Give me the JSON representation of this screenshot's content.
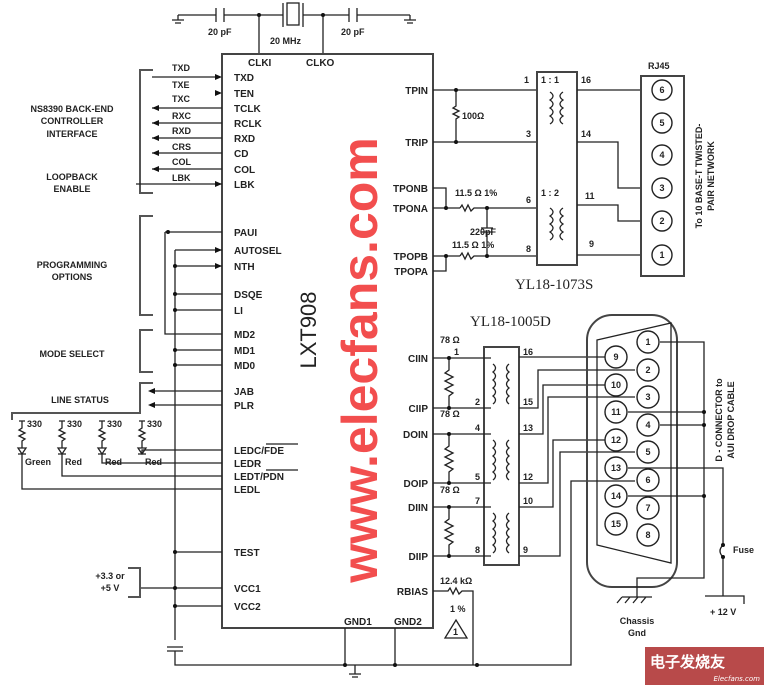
{
  "crystal": {
    "freq": "20 MHz",
    "cap_left": "20 pF",
    "cap_right": "20 pF"
  },
  "chip": {
    "name": "LXT908",
    "top_pins": [
      "CLKI",
      "CLKO"
    ],
    "left_pins": [
      "TXD",
      "TEN",
      "TCLK",
      "RCLK",
      "RXD",
      "CD",
      "COL",
      "LBK",
      "PAUI",
      "AUTOSEL",
      "NTH",
      "DSQE",
      "LI",
      "MD2",
      "MD1",
      "MD0",
      "JAB",
      "PLR",
      "LEDC/FDE",
      "LEDR",
      "LEDT/PDN",
      "LEDL",
      "TEST",
      "VCC1",
      "VCC2"
    ],
    "right_pins": [
      "TPIN",
      "TRIP",
      "TPONB",
      "TPONA",
      "TPOPB",
      "TPOPA",
      "CIIN",
      "CIIP",
      "DOIN",
      "DOIP",
      "DIIN",
      "DIIP",
      "RBIAS"
    ],
    "bottom_pins": [
      "GND1",
      "GND2"
    ]
  },
  "controller_signals": [
    "TXD",
    "TXE",
    "TXC",
    "RXC",
    "RXD",
    "CRS",
    "COL",
    "LBK"
  ],
  "groups": {
    "controller": [
      "NS8390 BACK-END",
      "CONTROLLER",
      "INTERFACE"
    ],
    "loopback": [
      "LOOPBACK",
      "ENABLE"
    ],
    "programming": [
      "PROGRAMMING",
      "OPTIONS"
    ],
    "mode_select": "MODE SELECT",
    "line_status": "LINE STATUS",
    "supply": [
      "+3.3 or",
      "+5 V"
    ]
  },
  "leds": {
    "resistor": "330",
    "colors": [
      "Green",
      "Red",
      "Red",
      "Red"
    ]
  },
  "tx_transformer": {
    "part": "YL18-1073S",
    "ratio_top": "1 : 1",
    "ratio_bottom": "1 : 2",
    "pins": [
      "1",
      "3",
      "16",
      "14",
      "6",
      "8",
      "11",
      "9"
    ],
    "r_term": "100Ω",
    "r_series": "11.5 Ω 1%",
    "cap": "220pF"
  },
  "rj45": {
    "label": "RJ45",
    "pins": [
      "6",
      "5",
      "4",
      "3",
      "2",
      "1"
    ],
    "note": [
      "To 10 BASE-T TWISTED-",
      "PAIR NETWORK"
    ]
  },
  "aui_transformer": {
    "part": "YL18-1005D",
    "r_term": "78 Ω",
    "left_pins": [
      "1",
      "2",
      "4",
      "5",
      "7",
      "8"
    ],
    "right_pins": [
      "16",
      "15",
      "13",
      "12",
      "10",
      "9"
    ]
  },
  "rbias": {
    "resistor": "12.4 kΩ",
    "tolerance": "1 %",
    "note_mark": "1"
  },
  "dconnector": {
    "pins": [
      "1",
      "9",
      "2",
      "10",
      "3",
      "11",
      "4",
      "12",
      "5",
      "13",
      "6",
      "14",
      "7",
      "15",
      "8"
    ],
    "note": [
      "D - CONNECTOR to",
      "AUI DROP CABLE"
    ],
    "fuse": "Fuse",
    "supply": "+ 12 V",
    "chassis": [
      "Chassis",
      "Gnd"
    ]
  },
  "watermark": "www.elecfans.com",
  "logo": {
    "cn": "电子发烧友",
    "en": "Elecfans.com"
  }
}
